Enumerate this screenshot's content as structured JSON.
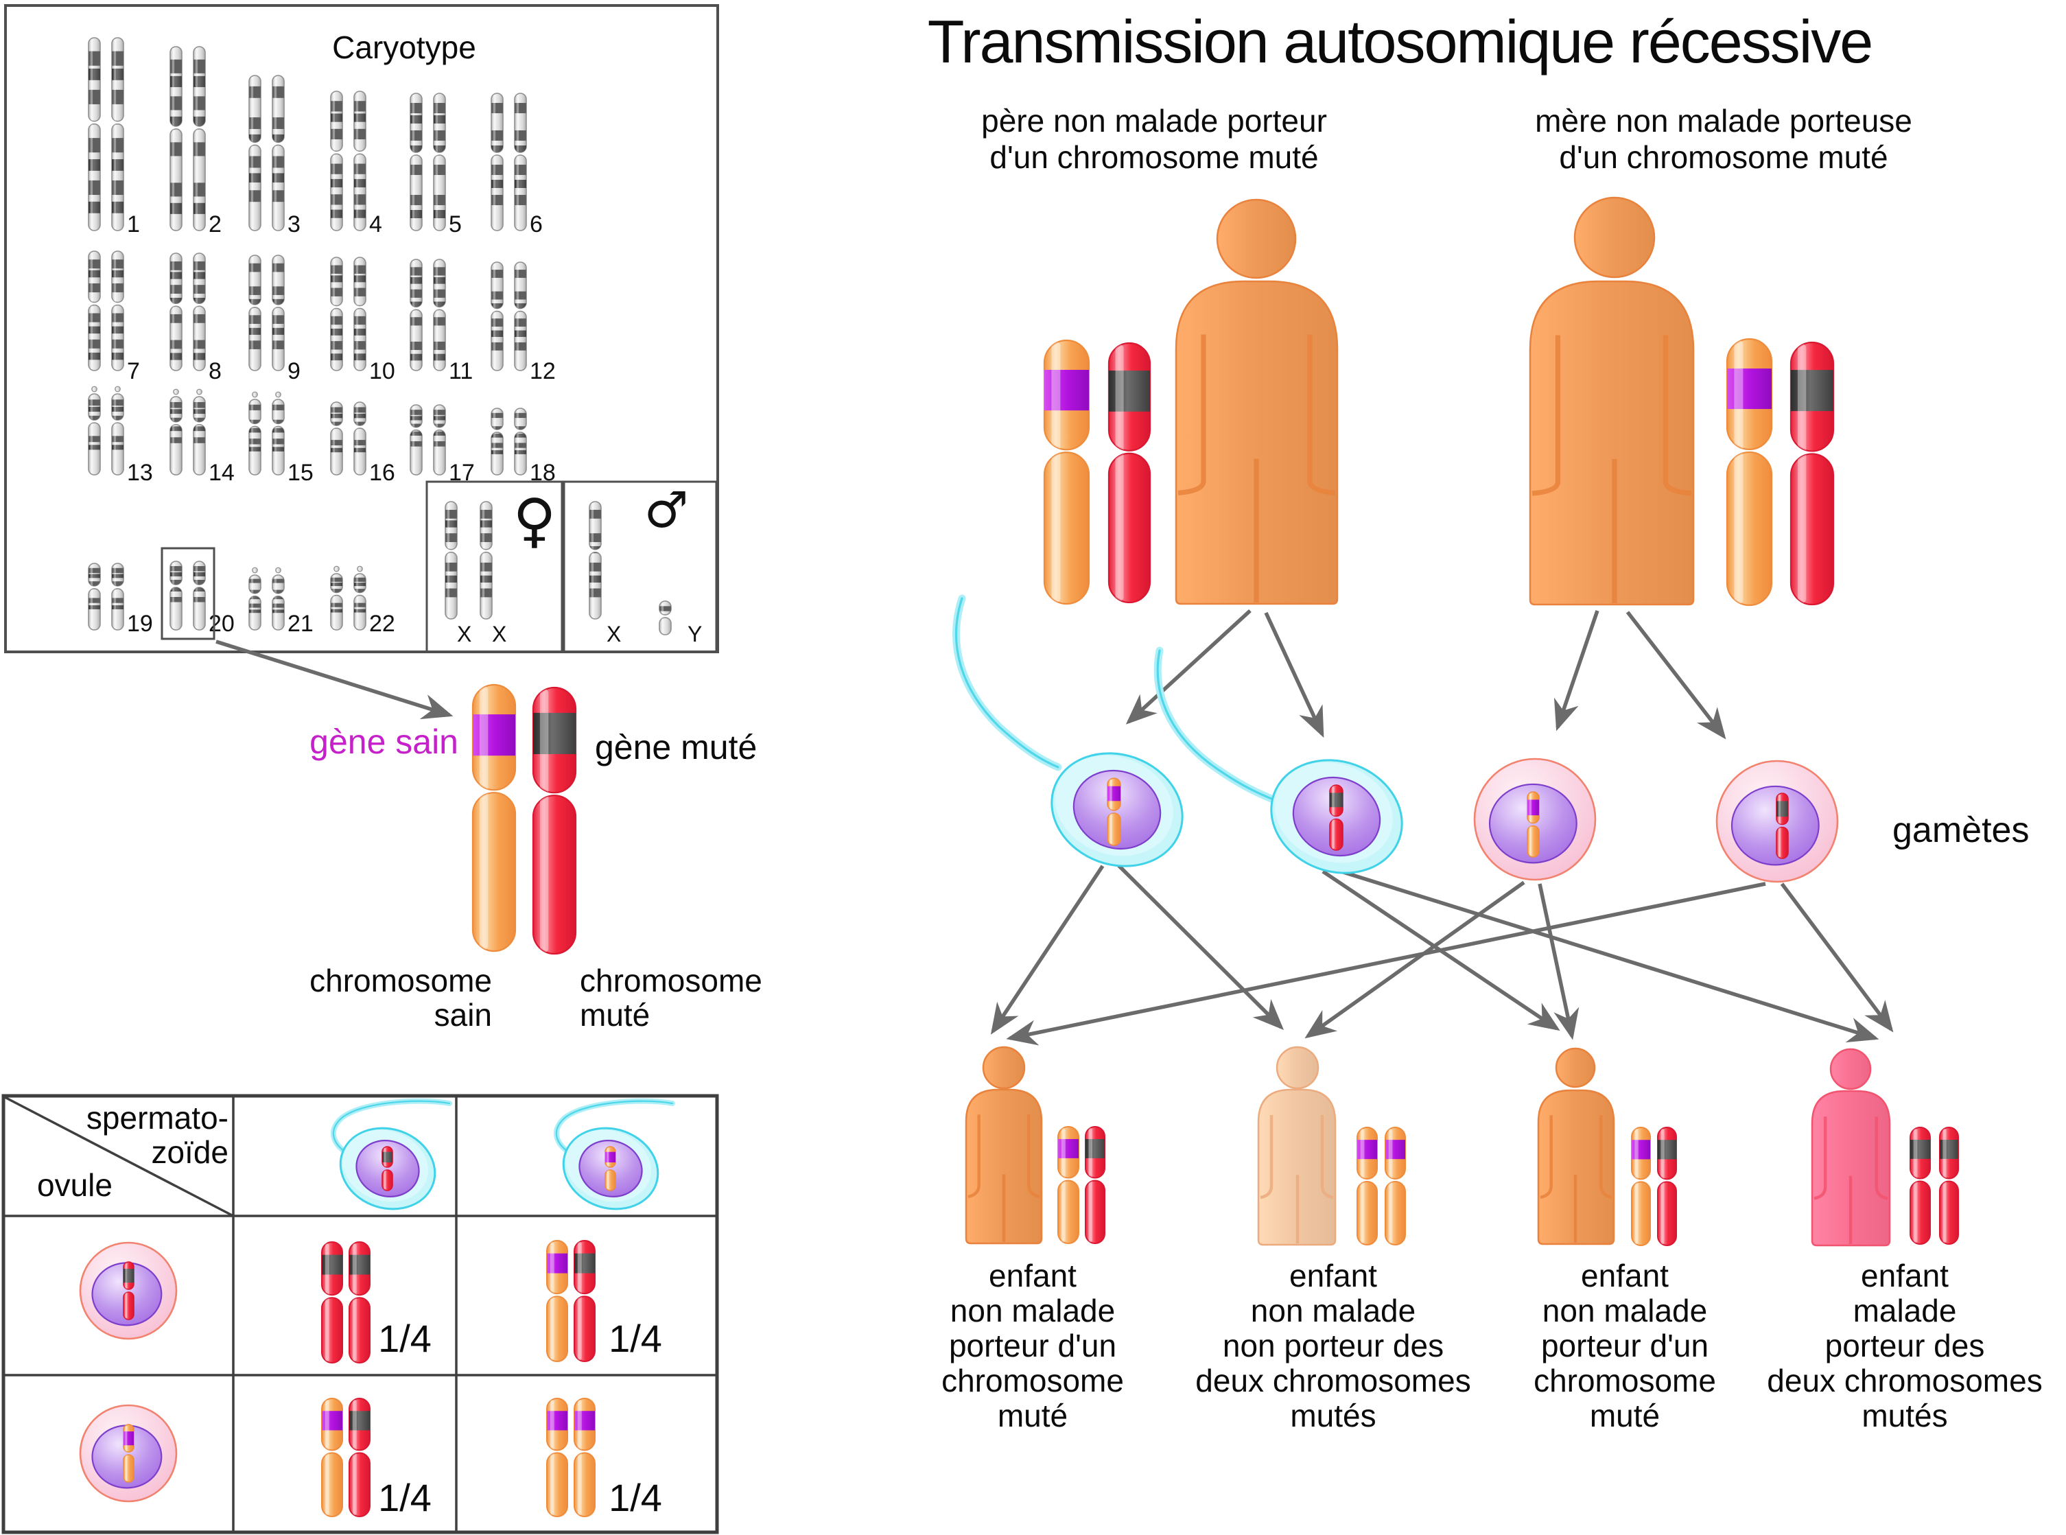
{
  "title": "Transmission autosomique récessive",
  "karyotype": {
    "title": "Caryotype",
    "pair_labels": [
      "1",
      "2",
      "3",
      "4",
      "5",
      "6",
      "7",
      "8",
      "9",
      "10",
      "11",
      "12",
      "13",
      "14",
      "15",
      "16",
      "17",
      "18",
      "19",
      "20",
      "21",
      "22"
    ],
    "female_symbol": "♀",
    "male_symbol": "♂",
    "sex_labels_female": [
      "X",
      "X"
    ],
    "sex_labels_male": [
      "X",
      "Y"
    ]
  },
  "legend": {
    "gene_sain": "gène sain",
    "gene_mute": "gène muté",
    "chromosome_sain": [
      "chromosome",
      "sain"
    ],
    "chromosome_mute": [
      "chromosome",
      "muté"
    ]
  },
  "parents": {
    "father_label": [
      "père non malade porteur",
      "d'un chromosome muté"
    ],
    "mother_label": [
      "mère non malade porteuse",
      "d'un chromosome muté"
    ]
  },
  "gametes_label": "gamètes",
  "punnett": {
    "sperm_header": [
      "spermato-",
      "zoïde"
    ],
    "egg_header": "ovule",
    "fractions": [
      "1/4",
      "1/4",
      "1/4",
      "1/4"
    ]
  },
  "children": [
    {
      "lines": [
        "enfant",
        "non malade",
        "porteur d'un",
        "chromosome",
        "muté"
      ]
    },
    {
      "lines": [
        "enfant",
        "non malade",
        "non porteur des",
        "deux chromosomes",
        "mutés"
      ]
    },
    {
      "lines": [
        "enfant",
        "non malade",
        "porteur d'un",
        "chromosome",
        "muté"
      ]
    },
    {
      "lines": [
        "enfant",
        "malade",
        "porteur des",
        "deux chromosomes",
        "mutés"
      ]
    }
  ],
  "colors": {
    "healthy_chromosome": "#F7A251",
    "healthy_chromosome_edge": "#EE8C3C",
    "mutated_chromosome": "#F4283F",
    "mutated_chromosome_edge": "#D91731",
    "healthy_gene_band": "#B414E0",
    "mutated_gene_band": "#3C3C3C",
    "person_carrier": "#EF9A58",
    "person_carrier_edge": "#E8823C",
    "person_noncarrier": "#F2C8A4",
    "person_noncarrier_edge": "#EBAB7E",
    "person_affected": "#FA7293",
    "person_affected_edge": "#F2536E",
    "sperm_cell": "#C6F5FA",
    "sperm_cell_edge": "#3FD2E8",
    "egg_cell": "#F9CBDC",
    "egg_cell_edge": "#F2826E",
    "nucleus": "#A168E2",
    "nucleus_edge": "#7E3ECC",
    "gray_chromosome": "#D8D8D8",
    "gray_band": "#3E3E3E",
    "arrow": "#6B6B6B",
    "line": "#3F3F3F",
    "gene_sain_text": "#C520C9"
  }
}
